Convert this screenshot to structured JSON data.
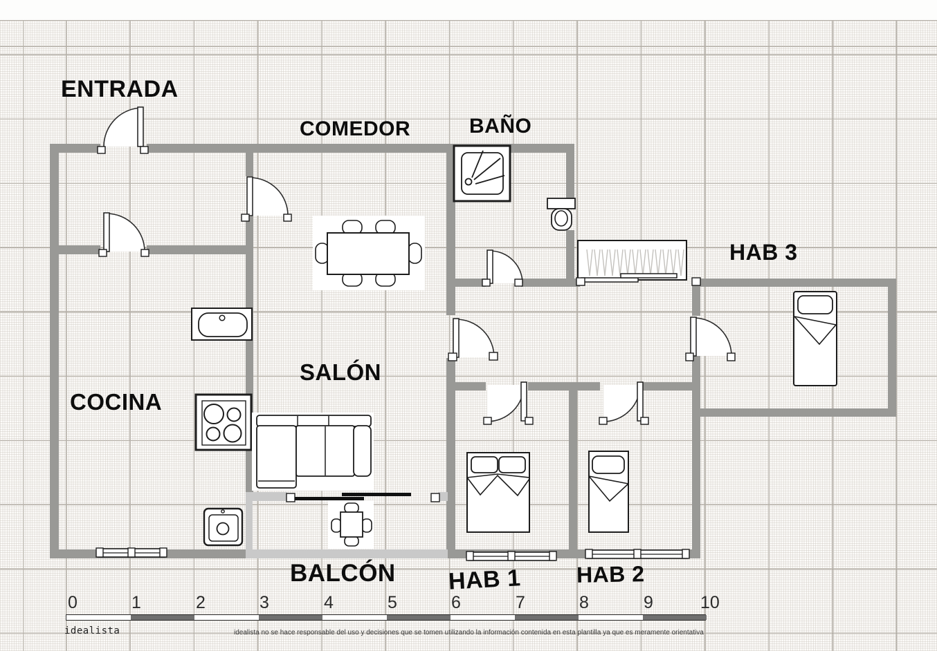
{
  "document": {
    "type": "floor-plan-template",
    "provider": "idealista",
    "orientation_note": "plantilla de plano orientativa"
  },
  "rooms": {
    "entrada": {
      "label": "ENTRADA"
    },
    "comedor": {
      "label": "COMEDOR"
    },
    "bano": {
      "label": "BAÑO"
    },
    "hab3": {
      "label": "HAB 3"
    },
    "cocina": {
      "label": "COCINA"
    },
    "salon": {
      "label": "SALÓN"
    },
    "balcon": {
      "label": "BALCÓN"
    },
    "hab1": {
      "label": "HAB 1"
    },
    "hab2": {
      "label": "HAB 2"
    }
  },
  "furniture": [
    "entry-door",
    "kitchen-door",
    "dining-door",
    "bathroom-door",
    "hall-door",
    "hab3-door",
    "hab1-door",
    "hab2-door",
    "shower-tray",
    "toilet",
    "wardrobe-sliding",
    "dining-table-six-chairs",
    "kitchen-sink",
    "hob-four-burners",
    "laundry-sink",
    "l-shaped-sofa",
    "balcony-sliding-door",
    "balcony-table-four-chairs",
    "double-bed-hab1",
    "single-bed-hab2",
    "single-bed-hab3",
    "window-kitchen",
    "window-hab1",
    "window-hab2"
  ],
  "ruler": {
    "labels": [
      "0",
      "1",
      "2",
      "3",
      "4",
      "5",
      "6",
      "7",
      "8",
      "9",
      "10"
    ],
    "dark_segments": [
      "1-2",
      "3-4",
      "5-6",
      "7-8",
      "9-10"
    ]
  },
  "footer": {
    "brand": "idealista",
    "disclaimer": "idealista no se hace responsable del uso y decisiones que se tomen utilizando la información contenida en esta plantilla ya que es meramente orientativa"
  },
  "colors": {
    "wall": "#999996",
    "balcony_wall": "#c9c9c9",
    "furniture_stroke": "#1c1c1c",
    "ruler_dark": "#6f6f6f",
    "label_text": "#0d0d0d",
    "grid_major": "#aca79f",
    "grid_fine": "#c9c4bc",
    "paper": "#fcfbf9"
  }
}
